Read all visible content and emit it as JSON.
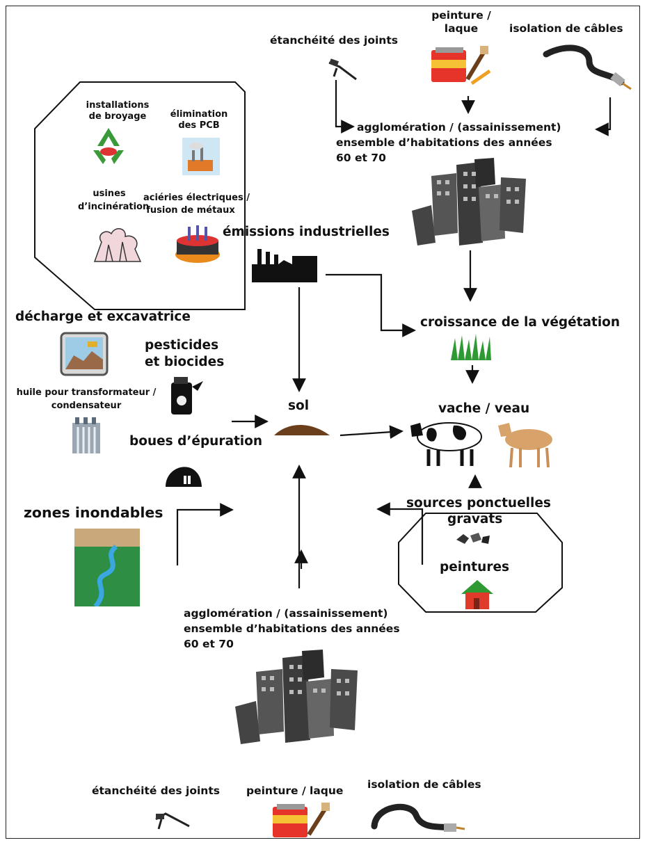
{
  "top": {
    "sealing": "étanchéité des joints",
    "paint_l1": "peinture /",
    "paint_l2": "laque",
    "cables": "isolation de câbles",
    "agglo_l1": "agglomération / (assainissement)",
    "agglo_l2": "ensemble d’habitations des années",
    "agglo_l3": "60 et 70"
  },
  "industry": {
    "shredding_l1": "installations",
    "shredding_l2": "de broyage",
    "pcb_l1": "élimination",
    "pcb_l2": "des PCB",
    "incin_l1": "usines",
    "incin_l2": "d’incinération",
    "steel_l1": "aciéries électriques /",
    "steel_l2": "fusion de métaux",
    "emissions": "émissions industrielles"
  },
  "left": {
    "landfill": "décharge et excavatrice",
    "pesticides_l1": "pesticides",
    "pesticides_l2": "et biocides",
    "transformer_l1": "huile pour transformateur /",
    "transformer_l2": "condensateur",
    "sludge": "boues d’épuration",
    "flood": "zones inondables"
  },
  "center": {
    "soil": "sol",
    "vegetation": "croissance de la végétation",
    "cow": "vache / veau"
  },
  "point_sources": {
    "title_l1": "sources ponctuelles",
    "title_l2": "gravats",
    "paints": "peintures"
  },
  "bottom": {
    "agglo_l1": "agglomération / (assainissement)",
    "agglo_l2": "ensemble d’habitations des années",
    "agglo_l3": "60 et 70",
    "sealing": "étanchéité des joints",
    "paint": "peinture / laque",
    "cables": "isolation de câbles"
  }
}
